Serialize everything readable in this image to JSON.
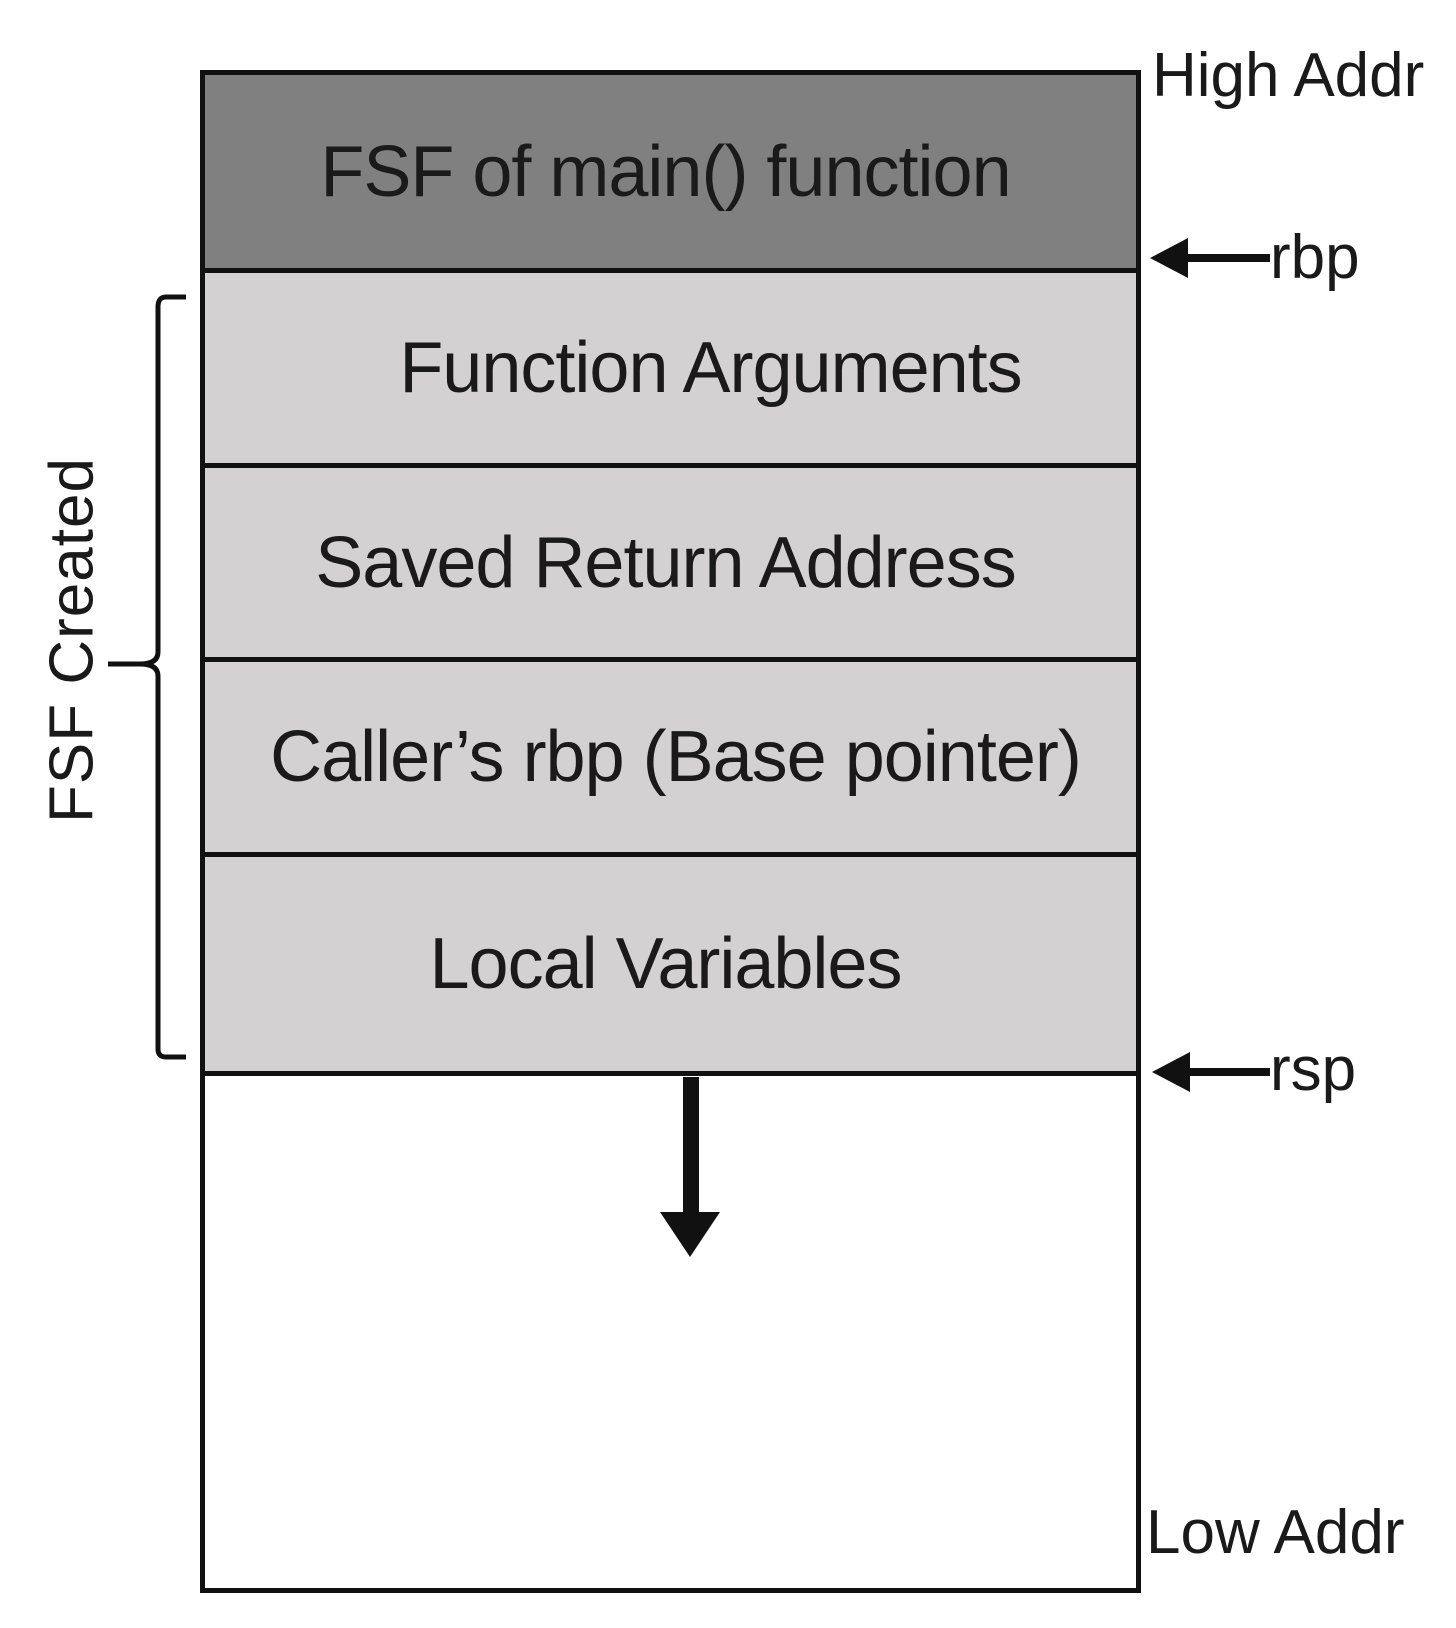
{
  "diagram": {
    "segments": [
      {
        "label": "FSF of main() function",
        "fill": "#808080"
      },
      {
        "label": "Function Arguments",
        "fill": "#d3d1d2"
      },
      {
        "label": "Saved Return Address",
        "fill": "#d3d1d2"
      },
      {
        "label": "Caller’s rbp (Base pointer)",
        "fill": "#d3d1d2"
      },
      {
        "label": "Local Variables",
        "fill": "#d3d1d2"
      }
    ],
    "high_addr_label": "High Addr",
    "low_addr_label": "Low Addr",
    "rbp_pointer_label": "rbp",
    "rsp_pointer_label": "rsp",
    "bracket_label": "FSF Created",
    "colors": {
      "outline": "#111111",
      "main_frame": "#808080",
      "new_frame": "#d3d1d2",
      "free_space": "#ffffff"
    }
  }
}
